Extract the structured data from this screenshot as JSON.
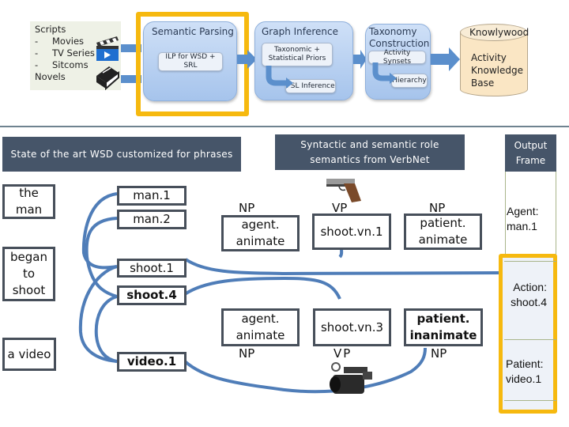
{
  "pipeline": {
    "sources": {
      "heading": "Scripts",
      "items": [
        {
          "bullet": "-",
          "label": "Movies"
        },
        {
          "bullet": "-",
          "label": "TV Series"
        },
        {
          "bullet": "-",
          "label": "Sitcoms"
        }
      ],
      "footer": "Novels",
      "icons": [
        "movie-clapper-icon",
        "book-icon"
      ]
    },
    "semantic_parsing": {
      "title": "Semantic Parsing",
      "sub": "ILP for WSD + SRL",
      "highlighted": true
    },
    "graph_inference": {
      "title": "Graph Inference",
      "sub1": "Taxonomic + Statistical Priors",
      "sub2": "PSL Inference"
    },
    "taxonomy": {
      "title": "Taxonomy Construction",
      "sub1": "Activity Synsets",
      "sub2": "Hierarchy"
    },
    "knowledge_base": {
      "title": "Knowlywood",
      "body": "Activity Knowledge Base"
    }
  },
  "lower": {
    "left_banner": "State of the art WSD customized for phrases",
    "right_banner": "Syntactic and semantic role semantics from VerbNet",
    "phrases": [
      "the man",
      "began to shoot",
      "a video"
    ],
    "senses": [
      "man.1",
      "man.2",
      "shoot.1",
      "shoot.4",
      "video.1"
    ],
    "frame1": {
      "agent": {
        "tag": "NP",
        "label": "agent. animate"
      },
      "verb": {
        "tag": "VP",
        "label": "shoot.vn.1"
      },
      "patient": {
        "tag": "NP",
        "label": "patient. animate"
      },
      "icon": "pistol-icon"
    },
    "frame2": {
      "agent": {
        "tag": "NP",
        "label": "agent. animate"
      },
      "verb": {
        "tag": "VP",
        "label": "shoot.vn.3"
      },
      "patient": {
        "tag": "NP",
        "label": "patient. inanimate"
      },
      "icon": "video-camera-icon"
    }
  },
  "output_frame": {
    "header": "Output Frame",
    "rows": [
      {
        "label": "Agent:",
        "value": "man.1"
      },
      {
        "label": "Action:",
        "value": "shoot.4"
      },
      {
        "label": "Patient:",
        "value": "video.1"
      }
    ]
  },
  "colors": {
    "highlight": "#f6b90f",
    "banner": "#465569",
    "edge": "#4f7db8",
    "arrow": "#5b8fcc"
  }
}
